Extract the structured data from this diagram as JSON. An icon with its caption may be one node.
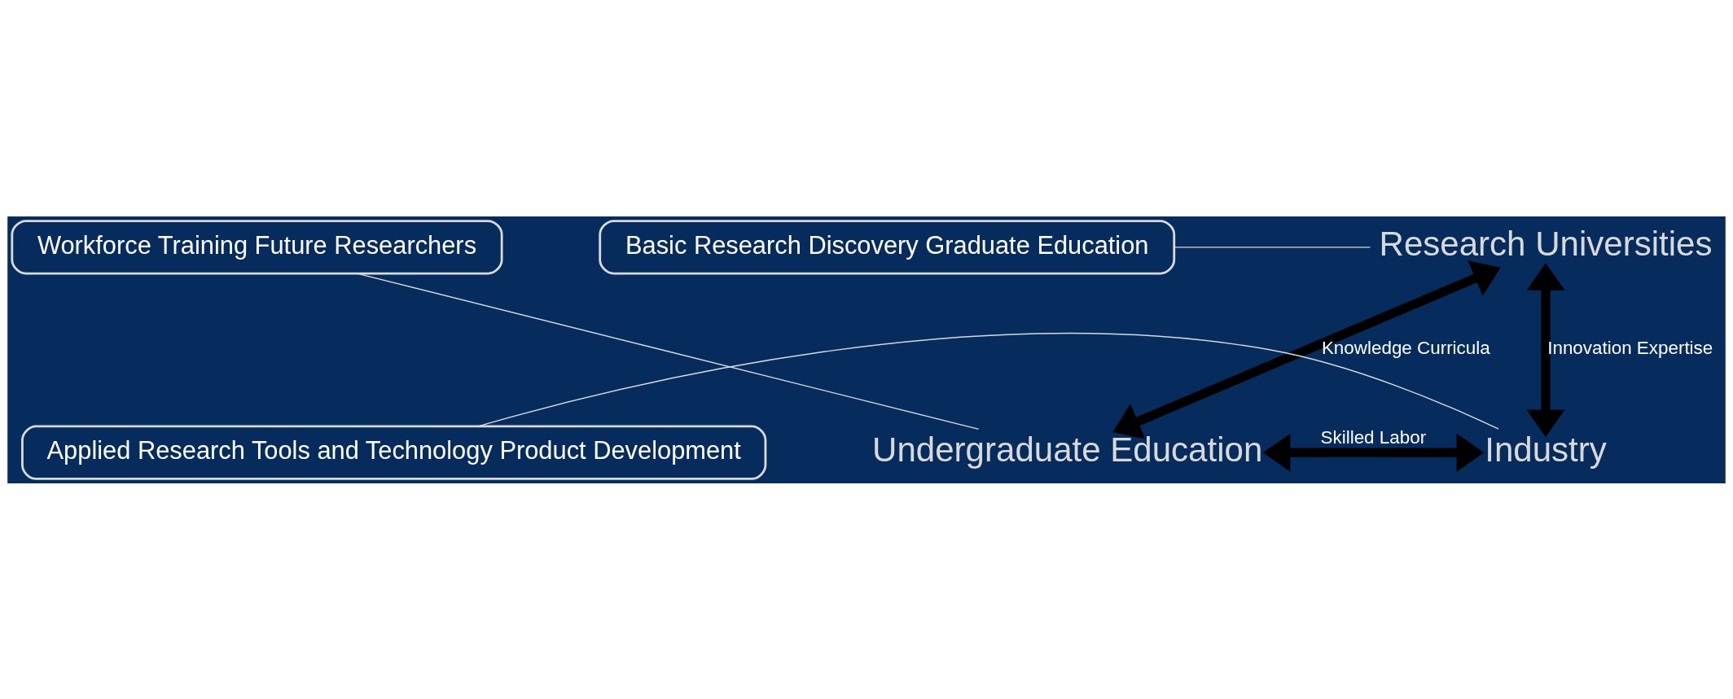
{
  "diagram": {
    "nodes": [
      {
        "text": [
          "Research Universities"
        ]
      },
      {
        "text": [
          "Undergraduate Education"
        ]
      },
      {
        "text": [
          "Industry"
        ]
      },
      {
        "text": [
          "Basic Research Discovery Graduate Education"
        ]
      },
      {
        "text": [
          "Workforce Training Future Researchers"
        ]
      },
      {
        "text": [
          "Applied Research Tools and Technology Product Development"
        ]
      }
    ],
    "edges": [
      {
        "from": 0,
        "to": 1,
        "arrow": "both",
        "label": "Knowledge Curricula",
        "style": "thick",
        "color": "#000000"
      },
      {
        "from": 0,
        "to": 2,
        "arrow": "both",
        "label": "Innovation Expertise",
        "style": "thick",
        "color": "#000000"
      },
      {
        "from": 1,
        "to": 2,
        "arrow": "both",
        "label": "Skilled Labor",
        "style": "thick",
        "color": "#000000"
      },
      {
        "from": 3,
        "to": 0,
        "arrow": "none",
        "color": "#d9d9d9"
      },
      {
        "from": 4,
        "to": 1,
        "arrow": "none",
        "color": "#d9d9d9"
      },
      {
        "from": 5,
        "to": 2,
        "arrow": "none",
        "color": "#d9d9d9"
      }
    ]
  }
}
